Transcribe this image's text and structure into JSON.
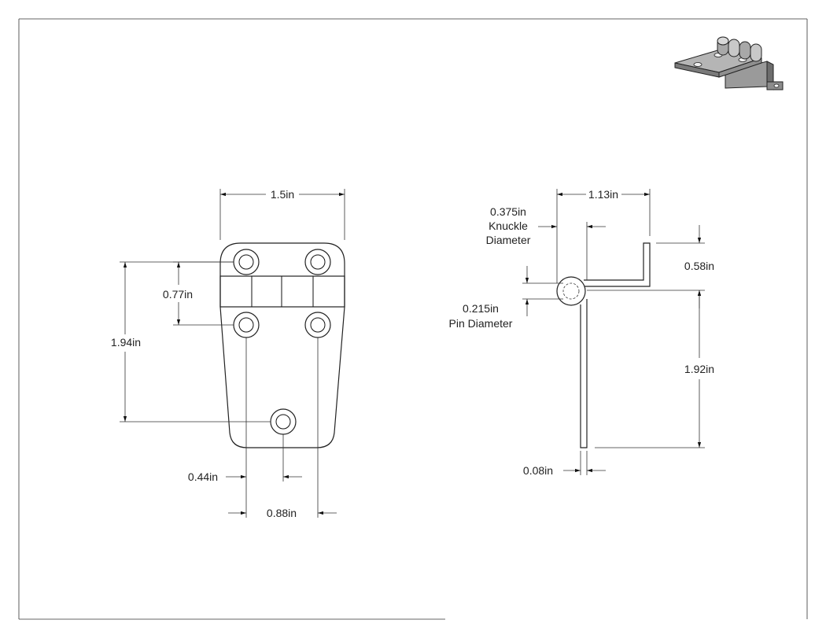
{
  "drawing": {
    "front_view": {
      "width_dim": "1.5in",
      "knuckle_offset_dim": "0.77in",
      "total_hole_span_dim": "1.94in",
      "center_hole_offset_dim": "0.44in",
      "hole_spacing_dim": "0.88in"
    },
    "side_view": {
      "overall_depth_dim": "1.13in",
      "knuckle_diameter_value": "0.375in",
      "knuckle_diameter_line1": "Knuckle",
      "knuckle_diameter_line2": "Diameter",
      "upper_leaf_dim": "0.58in",
      "pin_diameter_value": "0.215in",
      "pin_diameter_label": "Pin Diameter",
      "lower_leaf_dim": "1.92in",
      "thickness_dim": "0.08in"
    },
    "iso_preview": {
      "icon": "hinge-isometric-icon"
    }
  }
}
